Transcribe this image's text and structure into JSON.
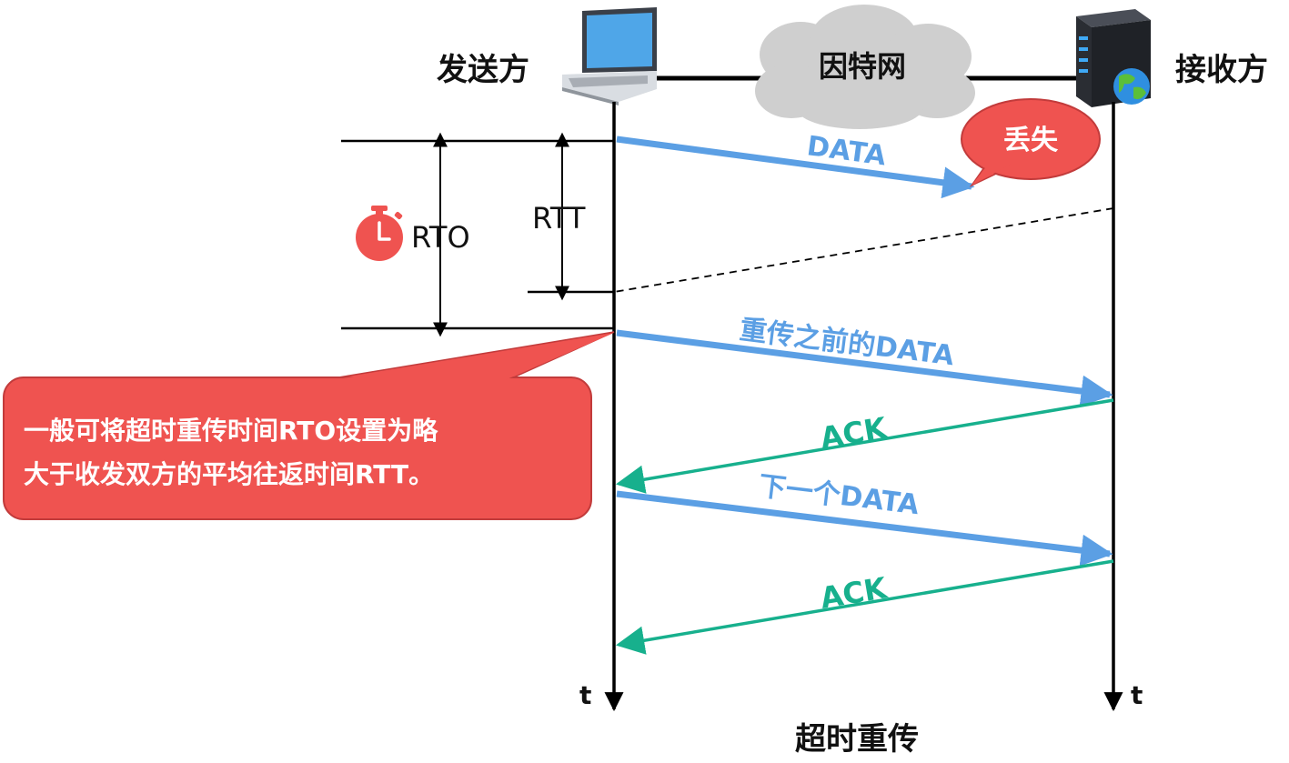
{
  "sender": {
    "label": "发送方",
    "icon": "laptop-icon"
  },
  "receiver": {
    "label": "接收方",
    "icon": "server-globe-icon"
  },
  "network": {
    "label": "因特网",
    "icon": "cloud-icon"
  },
  "timeline": {
    "axis_label_left": "t",
    "axis_label_right": "t"
  },
  "intervals": {
    "rto": {
      "label": "RTO",
      "icon": "stopwatch-icon"
    },
    "rtt": {
      "label": "RTT"
    }
  },
  "messages": [
    {
      "id": "data-lost",
      "label": "DATA",
      "direction": "sender-to-receiver",
      "color": "#5b9fe4",
      "status": "lost"
    },
    {
      "id": "data-retransmit",
      "label": "重传之前的DATA",
      "direction": "sender-to-receiver",
      "color": "#5b9fe4"
    },
    {
      "id": "ack-1",
      "label": "ACK",
      "direction": "receiver-to-sender",
      "color": "#17b08d"
    },
    {
      "id": "data-next",
      "label": "下一个DATA",
      "direction": "sender-to-receiver",
      "color": "#5b9fe4"
    },
    {
      "id": "ack-2",
      "label": "ACK",
      "direction": "receiver-to-sender",
      "color": "#17b08d"
    }
  ],
  "loss_badge": {
    "label": "丢失",
    "color": "#ef5350"
  },
  "note": {
    "line1": "一般可将超时重传时间RTO设置为略",
    "line2": "大于收发双方的平均往返时间RTT。",
    "color": "#ef5350"
  },
  "caption": "超时重传",
  "colors": {
    "data": "#5b9fe4",
    "ack": "#17b08d",
    "alert": "#ef5350"
  }
}
